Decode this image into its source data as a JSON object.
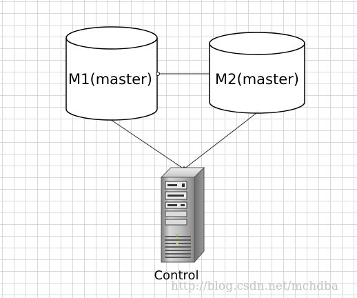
{
  "diagram": {
    "nodes": {
      "m1": {
        "label": "M1(master)",
        "shape": "database-cylinder"
      },
      "m2": {
        "label": "M2(master)",
        "shape": "database-cylinder"
      },
      "control": {
        "label": "Control",
        "shape": "tower-server-icon"
      }
    },
    "edges": [
      {
        "from": "m1",
        "to": "m2"
      },
      {
        "from": "m1",
        "to": "control"
      },
      {
        "from": "m2",
        "to": "control"
      }
    ]
  },
  "watermark": "http://blog.csdn.net/mchdba"
}
